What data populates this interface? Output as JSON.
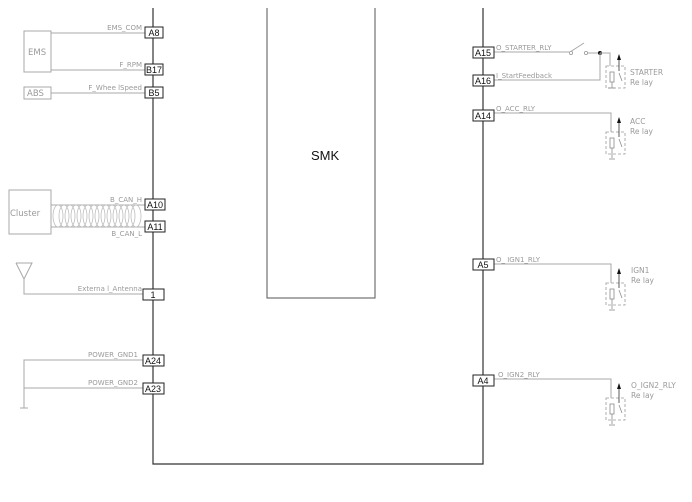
{
  "diagram": {
    "title": "SMK",
    "colors": {
      "wire": "#a8a8a8",
      "bus": "#333333",
      "pin_border": "#222222",
      "label": "#9a9a9a"
    },
    "left_modules": {
      "ems": "EMS",
      "abs": "ABS",
      "cluster": "Cluster",
      "antenna_icon": "antenna-icon",
      "ground_icon": "ground-icon"
    },
    "left_pins": [
      {
        "pin": "A8",
        "signal": "EMS_COM"
      },
      {
        "pin": "B17",
        "signal": "F_RPM"
      },
      {
        "pin": "B5",
        "signal": "F_Whee lSpeed"
      },
      {
        "pin": "A10",
        "signal": "B_CAN_H"
      },
      {
        "pin": "A11",
        "signal": "B_CAN_L"
      },
      {
        "pin": "1",
        "signal": "Externa l_Antenna"
      },
      {
        "pin": "A24",
        "signal": "POWER_GND1"
      },
      {
        "pin": "A23",
        "signal": "POWER_GND2"
      }
    ],
    "right_pins": [
      {
        "pin": "A15",
        "signal": "O_STARTER_RLY"
      },
      {
        "pin": "A16",
        "signal": "I_StartFeedback"
      },
      {
        "pin": "A14",
        "signal": "O_ACC_RLY"
      },
      {
        "pin": "A5",
        "signal": "O_ IGN1_RLY"
      },
      {
        "pin": "A4",
        "signal": "O_IGN2_RLY"
      }
    ],
    "relays": [
      {
        "name": "STARTER",
        "sub": "Re lay"
      },
      {
        "name": "ACC",
        "sub": "Re lay"
      },
      {
        "name": "IGN1",
        "sub": "Re lay"
      },
      {
        "name": "O_IGN2_RLY",
        "sub": "Re lay"
      }
    ]
  }
}
